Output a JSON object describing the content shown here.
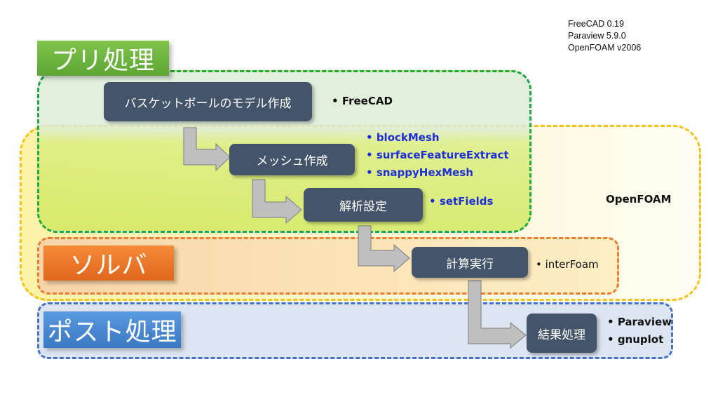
{
  "versions": [
    "FreeCAD 0.19",
    "Paraview 5.9.0",
    "OpenFOAM v2006"
  ],
  "sections": {
    "pre": "プリ処理",
    "solver": "ソルバ",
    "post": "ポスト処理"
  },
  "openfoam_label": "OpenFOAM",
  "steps": {
    "model": "バスケットボールのモデル作成",
    "mesh": "メッシュ作成",
    "setup": "解析設定",
    "compute": "計算実行",
    "result": "結果処理"
  },
  "tools": {
    "model": [
      "FreeCAD"
    ],
    "mesh": [
      "blockMesh",
      "surfaceFeatureExtract",
      "snappyHexMesh"
    ],
    "setup": [
      "setFields"
    ],
    "compute": [
      "interFoam"
    ],
    "result": [
      "Paraview",
      "gnuplot"
    ]
  },
  "colors": {
    "pre_region_border": "#1ea84a",
    "openfoam_region_border": "#f5c21b",
    "solver_region_border": "#ed7d31",
    "post_region_border": "#4472c4",
    "step_box": "#44546a",
    "tool_blue": "#1f2fd8"
  }
}
